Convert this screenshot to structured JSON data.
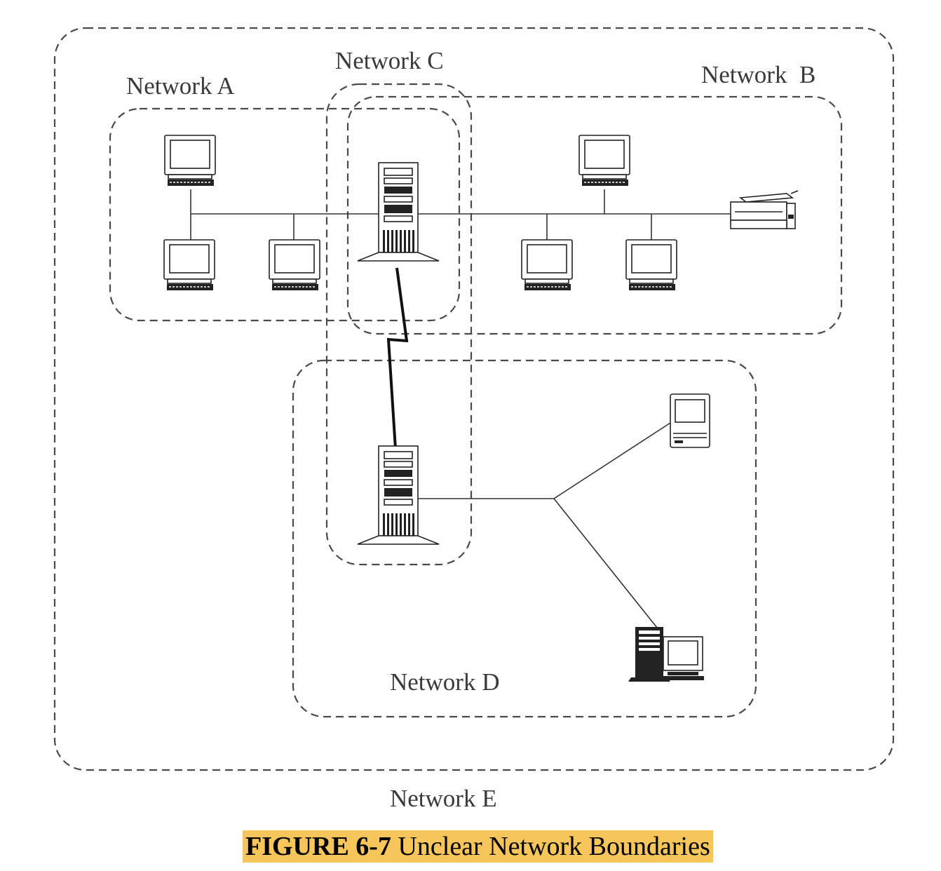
{
  "networks": {
    "a": "Network A",
    "b": "Network  B",
    "c": "Network C",
    "d": "Network D",
    "e": "Network E"
  },
  "caption": {
    "number": "FIGURE 6-7",
    "title": " Unclear Network Boundaries",
    "highlight_color": "#f6c65b"
  },
  "devices": {
    "workstation": "workstation-icon",
    "server": "server-tower-icon",
    "printer": "printer-icon",
    "compact": "compact-computer-icon",
    "desktop": "tower-desktop-icon",
    "wan_link": "wan-link-icon"
  }
}
